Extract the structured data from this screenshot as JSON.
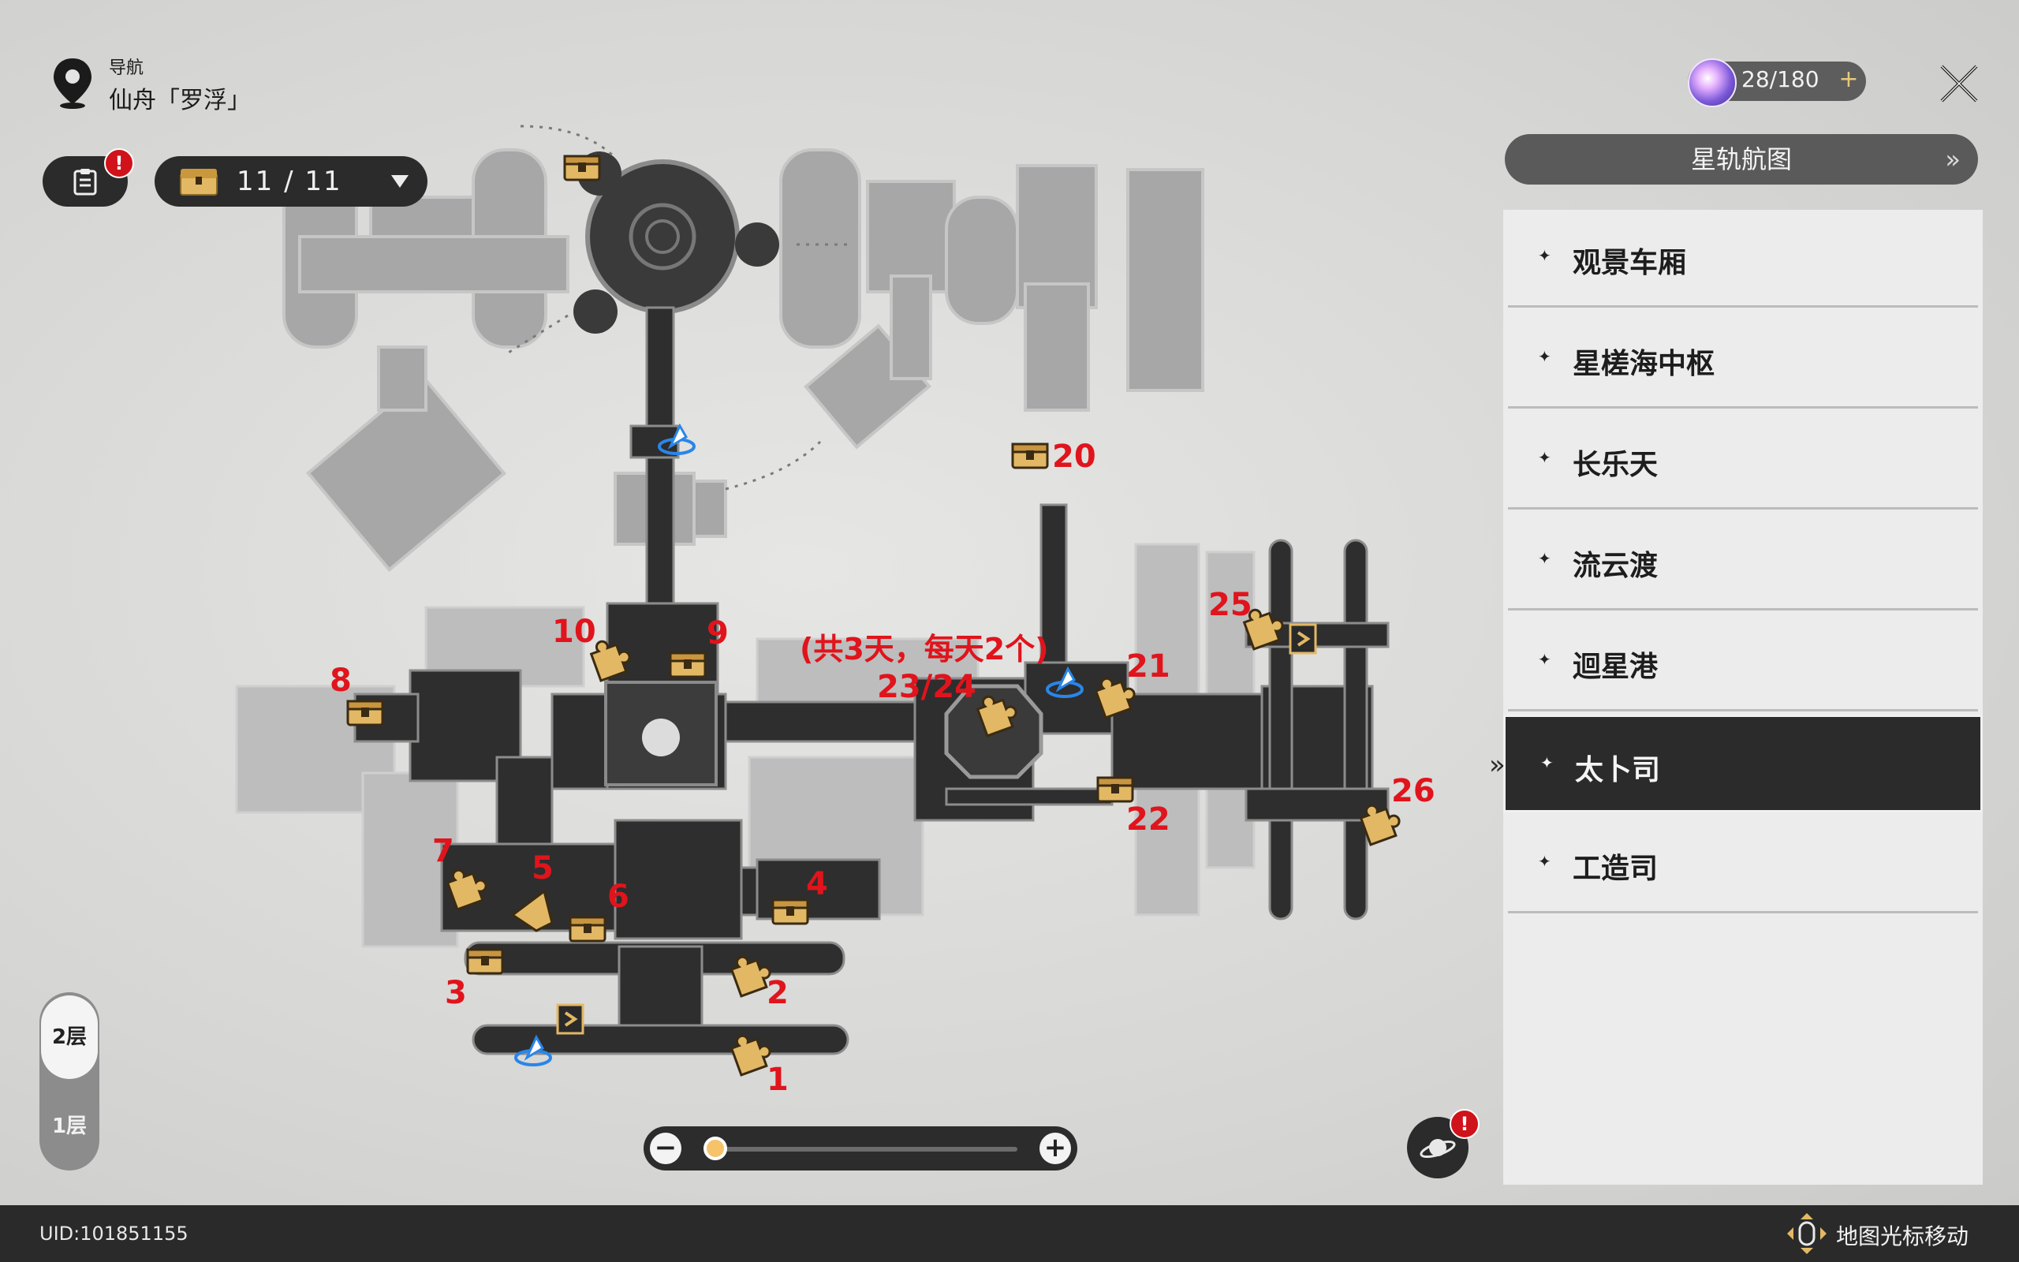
{
  "nav": {
    "label": "导航",
    "location": "仙舟「罗浮」",
    "pin_icon": "location-pin-icon"
  },
  "top_left": {
    "mission_badge": "!",
    "chest_counter": "11 / 11"
  },
  "top_right": {
    "trailblaze_power": "28/180",
    "add_symbol": "+"
  },
  "star_rail_map_button": {
    "label": "星轨航图",
    "arrows": "»"
  },
  "areas": [
    {
      "label": "观景车厢",
      "active": false
    },
    {
      "label": "星槎海中枢",
      "active": false
    },
    {
      "label": "长乐天",
      "active": false
    },
    {
      "label": "流云渡",
      "active": false
    },
    {
      "label": "迴星港",
      "active": false
    },
    {
      "label": "太卜司",
      "active": true
    },
    {
      "label": "工造司",
      "active": false
    }
  ],
  "floors": {
    "upper": "2层",
    "lower": "1层"
  },
  "zoom": {
    "minus": "−",
    "plus": "+"
  },
  "planet_badge": "!",
  "footer": {
    "uid": "UID:101851155",
    "hint": "地图光标移动"
  },
  "map_annotations": {
    "n1": "1",
    "n2": "2",
    "n3": "3",
    "n4": "4",
    "n5": "5",
    "n6": "6",
    "n7": "7",
    "n8": "8",
    "n9": "9",
    "n10": "10",
    "n20": "20",
    "n21": "21",
    "n22": "22",
    "n23_24": "23/24",
    "n25": "25",
    "n26": "26",
    "note": "(共3天，每天2个)"
  },
  "colors": {
    "marker_red": "#e0141c",
    "chest_gold": "#e2b865",
    "teleport_blue": "#2a86e8",
    "room_dark": "#2e2e2e",
    "room_light": "#9c9c9c"
  }
}
